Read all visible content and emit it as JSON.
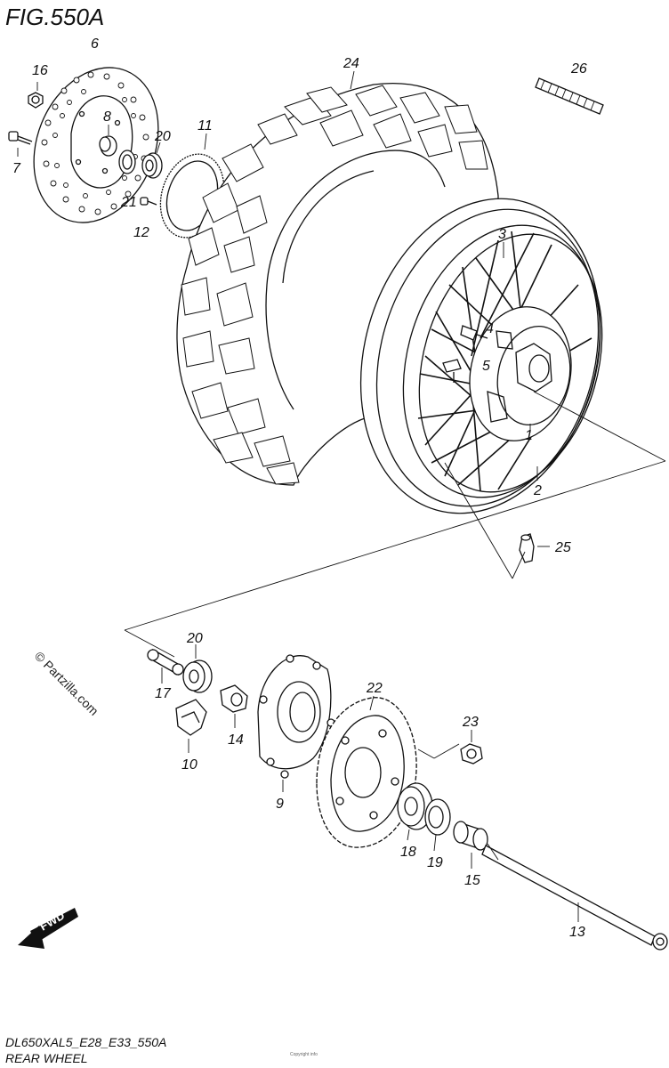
{
  "figure": {
    "title": "FIG.550A",
    "model_code": "DL650XAL5_E28_E33_550A",
    "caption": "REAR WHEEL",
    "watermark": "© Partzilla.com",
    "fwd_label": "FWD",
    "footer_small": "Copyright info"
  },
  "callouts": [
    {
      "label": "1",
      "part": "rim hub"
    },
    {
      "label": "2",
      "part": "wheel rim"
    },
    {
      "label": "3",
      "part": "spoke set"
    },
    {
      "label": "4",
      "part": "spoke nipple"
    },
    {
      "label": "5",
      "part": "screw"
    },
    {
      "label": "6",
      "part": "brake disc"
    },
    {
      "label": "7",
      "part": "disc bolt"
    },
    {
      "label": "8",
      "part": "spacer"
    },
    {
      "label": "9",
      "part": "sprocket mounting drum"
    },
    {
      "label": "10",
      "part": "cushion"
    },
    {
      "label": "11",
      "part": "sensor ring"
    },
    {
      "label": "12",
      "part": "screw"
    },
    {
      "label": "13",
      "part": "axle"
    },
    {
      "label": "14",
      "part": "collar"
    },
    {
      "label": "15",
      "part": "spacer"
    },
    {
      "label": "16",
      "part": "nut"
    },
    {
      "label": "17",
      "part": "spacer"
    },
    {
      "label": "18",
      "part": "bearing"
    },
    {
      "label": "19",
      "part": "oil seal"
    },
    {
      "label": "20",
      "part": "bearing"
    },
    {
      "label": "20",
      "part": "bearing"
    },
    {
      "label": "21",
      "part": "oil seal"
    },
    {
      "label": "22",
      "part": "sprocket"
    },
    {
      "label": "23",
      "part": "nut"
    },
    {
      "label": "24",
      "part": "tire"
    },
    {
      "label": "25",
      "part": "valve"
    },
    {
      "label": "26",
      "part": "balancer weight"
    }
  ]
}
